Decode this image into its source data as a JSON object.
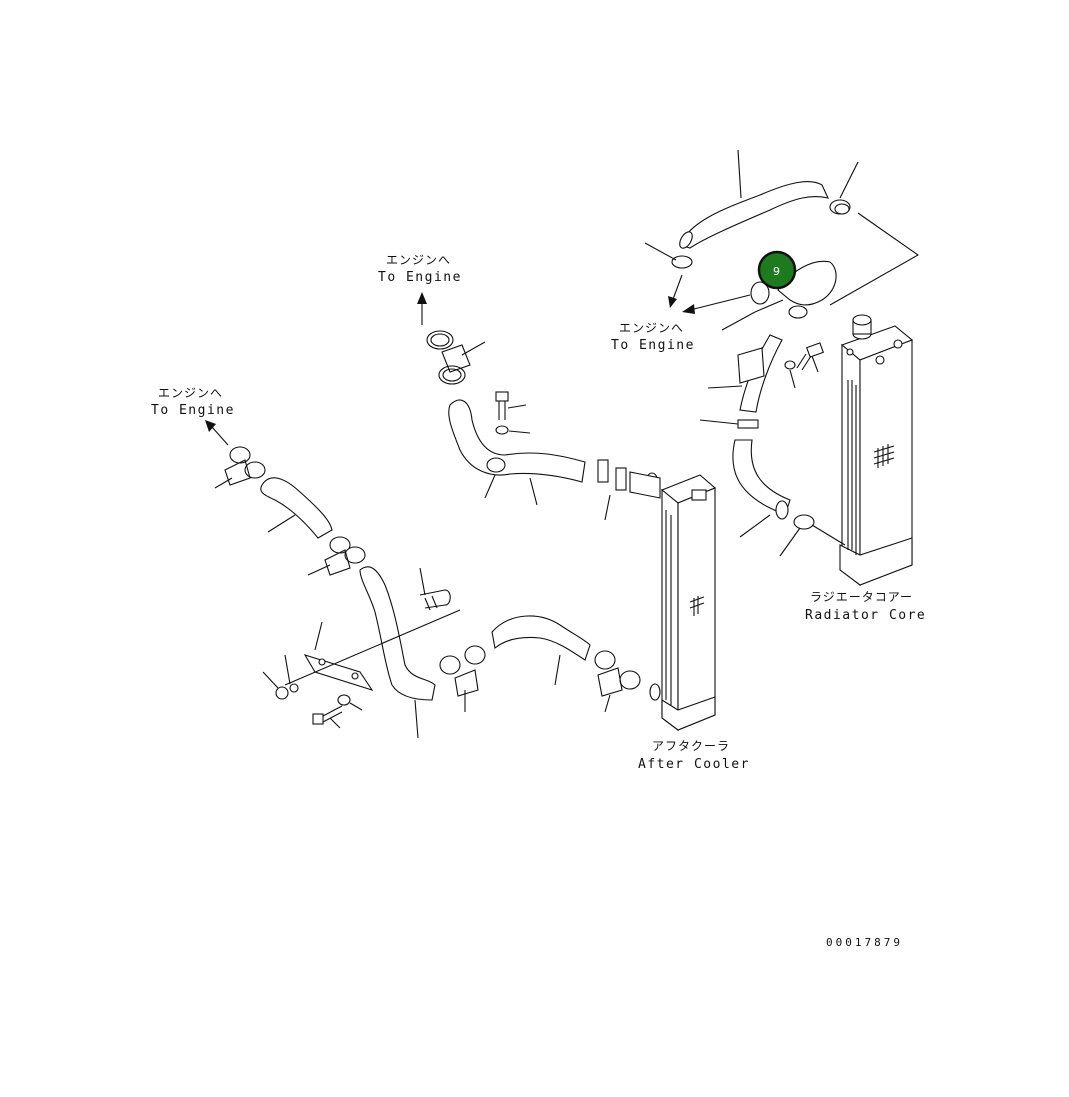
{
  "labels": {
    "to_engine_top": {
      "jp": "エンジンへ",
      "en": "To Engine"
    },
    "to_engine_mid": {
      "jp": "エンジンへ",
      "en": "To Engine"
    },
    "to_engine_left": {
      "jp": "エンジンへ",
      "en": "To Engine"
    },
    "radiator_core": {
      "jp": "ラジエータコアー",
      "en": "Radiator Core"
    },
    "after_cooler": {
      "jp": "アフタクーラ",
      "en": "After Cooler"
    }
  },
  "reference_number": "00017879",
  "callout": {
    "number": "9",
    "color": "#1e7a1e"
  }
}
